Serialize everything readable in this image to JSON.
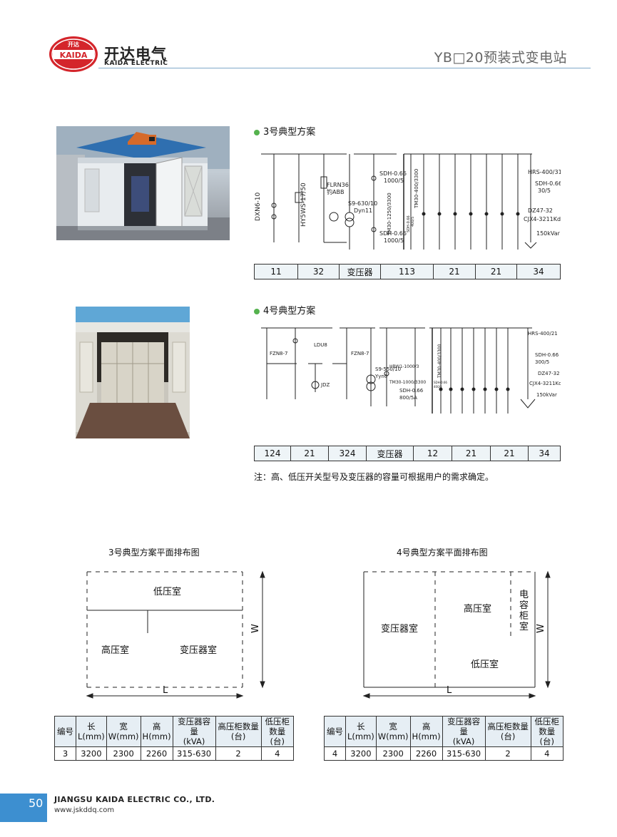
{
  "header": {
    "logo_text": "KAIDA",
    "logo_small": "开达",
    "brand_cn": "开达电气",
    "brand_en": "KAIDA ELECTRIC",
    "doc_title": "YB□20预装式变电站"
  },
  "colors": {
    "accent_blue": "#3d8fd0",
    "logo_red": "#d4252b",
    "bullet_green": "#55b24e",
    "rule_blue": "#7fa9c9"
  },
  "scheme3": {
    "title": "3号典型方案",
    "labels": {
      "hv_switch": "DXN6-10",
      "arrester": "HY5WS-17/50",
      "fuse_a": "FLRN36",
      "fuse_b": "钓ABB",
      "transformer_a": "S9-630/10",
      "transformer_b": "Dyn11",
      "ct_top_a": "SDH-0.66",
      "ct_top_b": "1000/5",
      "ct_bot_a": "SDH-0.66",
      "ct_bot_b": "1000/5",
      "main_breaker": "TM30-1250/3300",
      "feeder_breaker": "TM30-400/3300",
      "small_text": "SDH-0.66",
      "small_text2": "400/5",
      "hrs": "HRS-400/31",
      "sdh_r_a": "SDH-0.66",
      "sdh_r_b": "30/5",
      "dz": "DZ47-32",
      "cj": "CJX4-3211Kd",
      "cap": "150kVar"
    },
    "cells": [
      "11",
      "32",
      "变压器",
      "113",
      "21",
      "21",
      "34"
    ]
  },
  "scheme4": {
    "title": "4号典型方案",
    "labels": {
      "sw1": "FZN8-7",
      "fuse": "LDU8",
      "sw2": "FZN8-7",
      "jdz": "JDZ",
      "transformer_a": "S9-550/10",
      "transformer_b": "Yyn0",
      "breaker1": "HBW1-1000/3",
      "breaker2": "TM30-1000/3300",
      "ct_a": "SDH-0.66",
      "ct_b": "800/5A",
      "feeder_breaker": "TM30-400/3300",
      "small_a": "SDH-0.66",
      "small_b": "400/5",
      "hrs": "HRS-400/21",
      "sdh_r_a": "SDH-0.66",
      "sdh_r_b": "300/5",
      "dz": "DZ47-32",
      "cj": "CJX4-3211Kd",
      "cap": "150kVar"
    },
    "cells": [
      "124",
      "21",
      "324",
      "变压器",
      "12",
      "21",
      "21",
      "34"
    ]
  },
  "note": "注：高、低压开关型号及变压器的容量可根据用户的需求确定。",
  "plan3": {
    "title": "3号典型方案平面排布图",
    "low_room": "低压室",
    "high_room": "高压室",
    "trans_room": "变压器室",
    "w_label": "W",
    "l_label": "L"
  },
  "plan4": {
    "title": "4号典型方案平面排布图",
    "trans_room": "变压器室",
    "high_room": "高压室",
    "low_room": "低压室",
    "cap_room": [
      "电",
      "容",
      "柜",
      "室"
    ],
    "w_label": "W",
    "l_label": "L"
  },
  "spec_headers": [
    [
      "编号",
      ""
    ],
    [
      "长",
      "L(mm)"
    ],
    [
      "宽",
      "W(mm)"
    ],
    [
      "高",
      "H(mm)"
    ],
    [
      "变压器容量",
      "(kVA)"
    ],
    [
      "高压柜数量",
      "(台)"
    ],
    [
      "低压柜数量",
      "(台)"
    ]
  ],
  "spec3": [
    "3",
    "3200",
    "2300",
    "2260",
    "315-630",
    "2",
    "4"
  ],
  "spec4": [
    "4",
    "3200",
    "2300",
    "2260",
    "315-630",
    "2",
    "4"
  ],
  "footer": {
    "page": "50",
    "company": "JIANGSU KAIDA ELECTRIC CO., LTD.",
    "url": "www.jskddq.com"
  }
}
